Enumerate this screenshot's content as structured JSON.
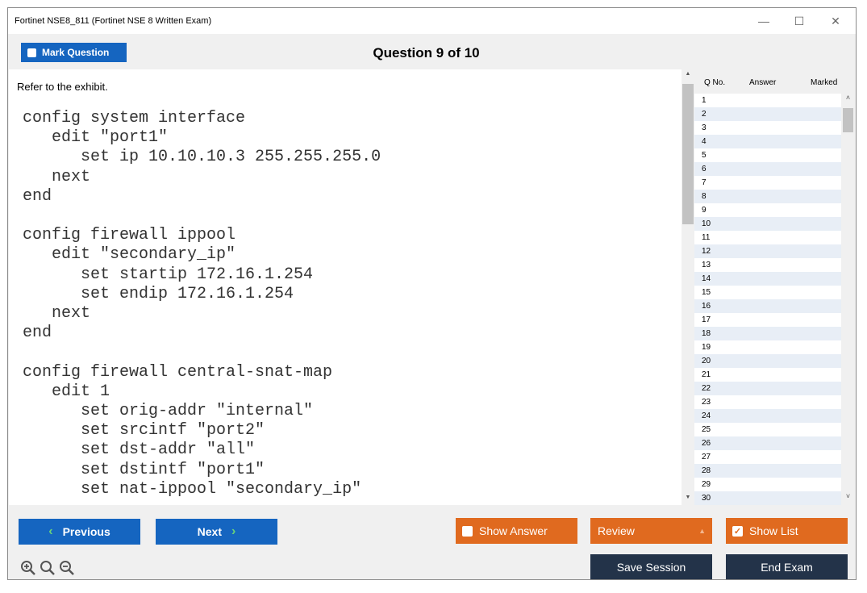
{
  "window": {
    "title": "Fortinet NSE8_811 (Fortinet NSE 8 Written Exam)",
    "minimize_glyph": "—",
    "maximize_glyph": "☐",
    "close_glyph": "✕"
  },
  "toolbar": {
    "mark_label": "Mark Question",
    "question_title": "Question 9 of 10"
  },
  "content": {
    "intro": "Refer to the exhibit.",
    "code": "config system interface\n   edit \"port1\"\n      set ip 10.10.10.3 255.255.255.0\n   next\nend\n\nconfig firewall ippool\n   edit \"secondary_ip\"\n      set startip 172.16.1.254\n      set endip 172.16.1.254\n   next\nend\n\nconfig firewall central-snat-map\n   edit 1\n      set orig-addr \"internal\"\n      set srcintf \"port2\"\n      set dst-addr \"all\"\n      set dstintf \"port1\"\n      set nat-ippool \"secondary_ip\""
  },
  "question_list": {
    "headers": {
      "q_no": "Q No.",
      "answer": "Answer",
      "marked": "Marked"
    },
    "rows": [
      "1",
      "2",
      "3",
      "4",
      "5",
      "6",
      "7",
      "8",
      "9",
      "10",
      "11",
      "12",
      "13",
      "14",
      "15",
      "16",
      "17",
      "18",
      "19",
      "20",
      "21",
      "22",
      "23",
      "24",
      "25",
      "26",
      "27",
      "28",
      "29",
      "30"
    ]
  },
  "buttons": {
    "previous": "Previous",
    "next": "Next",
    "show_answer": "Show Answer",
    "review": "Review",
    "show_list": "Show List",
    "save_session": "Save Session",
    "end_exam": "End Exam"
  },
  "colors": {
    "primary_blue": "#1565c0",
    "accent_orange": "#e06a1f",
    "dark_navy": "#233349",
    "list_stripe": "#e8eef6"
  },
  "icons": [
    "zoom-in-icon",
    "zoom-reset-icon",
    "zoom-out-icon",
    "chevron-left-icon",
    "chevron-right-icon",
    "chevron-down-icon",
    "checkbox-icon"
  ]
}
